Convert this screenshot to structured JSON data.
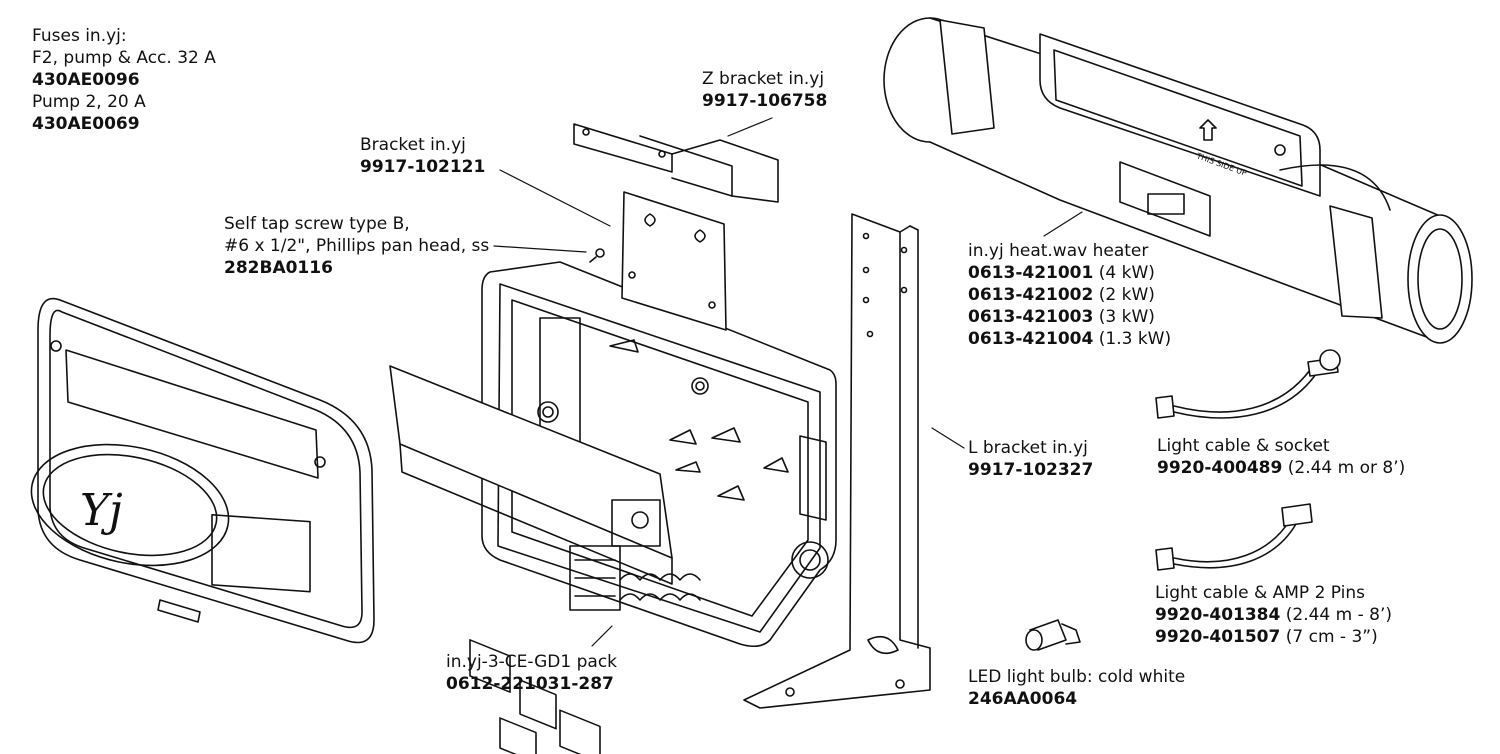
{
  "labels": {
    "fuses": {
      "title": "Fuses in.yj:",
      "line1": "F2, pump & Acc. 32 A",
      "part1": "430AE0096",
      "line2": "Pump 2, 20 A",
      "part2": "430AE0069"
    },
    "z_bracket": {
      "title": "Z bracket in.yj",
      "part": "9917-106758"
    },
    "bracket": {
      "title": "Bracket in.yj",
      "part": "9917-102121"
    },
    "screw": {
      "title": "Self tap screw type B,",
      "line2": "#6 x 1/2\", Phillips pan head, ss",
      "part": "282BA0116"
    },
    "heater": {
      "title": "in.yj heat.wav heater",
      "parts": [
        {
          "part": "0613-421001",
          "note": "(4 kW)"
        },
        {
          "part": "0613-421002",
          "note": "(2 kW)"
        },
        {
          "part": "0613-421003",
          "note": "(3 kW)"
        },
        {
          "part": "0613-421004",
          "note": "(1.3 kW)"
        }
      ]
    },
    "l_bracket": {
      "title": "L bracket in.yj",
      "part": "9917-102327"
    },
    "light_socket": {
      "title": "Light cable & socket",
      "part": "9920-400489",
      "note": "(2.44 m or 8’)"
    },
    "light_amp": {
      "title": "Light cable & AMP 2 Pins",
      "parts": [
        {
          "part": "9920-401384",
          "note": "(2.44 m - 8’)"
        },
        {
          "part": "9920-401507",
          "note": "(7 cm - 3”)"
        }
      ]
    },
    "pack": {
      "title": "in.yj-3-CE-GD1 pack",
      "part": "0612-221031-287"
    },
    "led": {
      "title": "LED light bulb: cold white",
      "part": "246AA0064"
    }
  },
  "logo_text": "Yj"
}
